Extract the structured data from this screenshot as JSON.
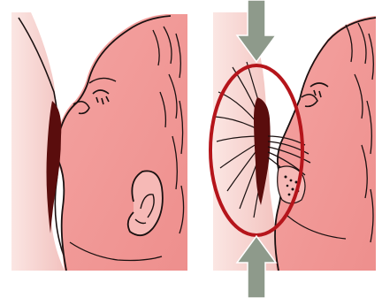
{
  "figure": {
    "panels": [
      {
        "id": "left",
        "depicts": "infant-feeding-good-latch"
      },
      {
        "id": "right",
        "depicts": "infant-feeding-shallow-latch"
      }
    ],
    "annotations": {
      "compression_arrows": 2,
      "highlight": "circle"
    },
    "colors": {
      "skin": "#f09a99",
      "skin_light": "#f6b9b6",
      "breast_light": "#f8d6d3",
      "breast_mid": "#f2c2bf",
      "outline": "#1a1010",
      "mouth_dark": "#5a0d0d",
      "arrow_fill": "#8e9a8b",
      "circle_stroke": "#b5151b",
      "background": "#ffffff"
    }
  }
}
